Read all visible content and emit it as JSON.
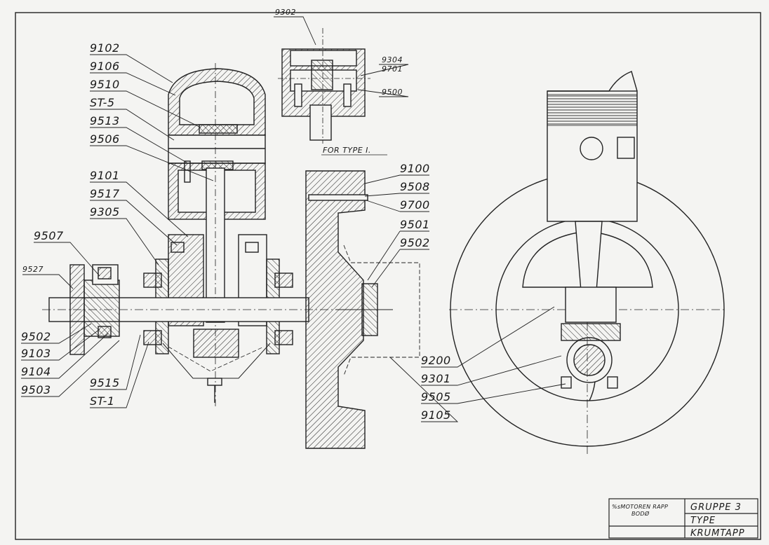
{
  "drawing": {
    "left_view_labels": [
      "9102",
      "9106",
      "9510",
      "ST-5",
      "9513",
      "9506",
      "9101",
      "9517",
      "9305",
      "9507",
      "9527",
      "9502",
      "9103",
      "9104",
      "9503",
      "9515",
      "ST-1"
    ],
    "center_labels": [
      "9100",
      "9508",
      "9700",
      "9501",
      "9502"
    ],
    "right_labels": [
      "9200",
      "9301",
      "9505",
      "9105"
    ],
    "detail_labels": [
      "9302",
      "9304",
      "9701",
      "9500"
    ],
    "detail_caption": "FOR TYPE I."
  },
  "title_block": {
    "company_line1": "%sMOTOREN RAPP",
    "company_line2": "BODØ",
    "group": "GRUPPE 3",
    "type": "TYPE",
    "name": "KRUMTAPP"
  }
}
